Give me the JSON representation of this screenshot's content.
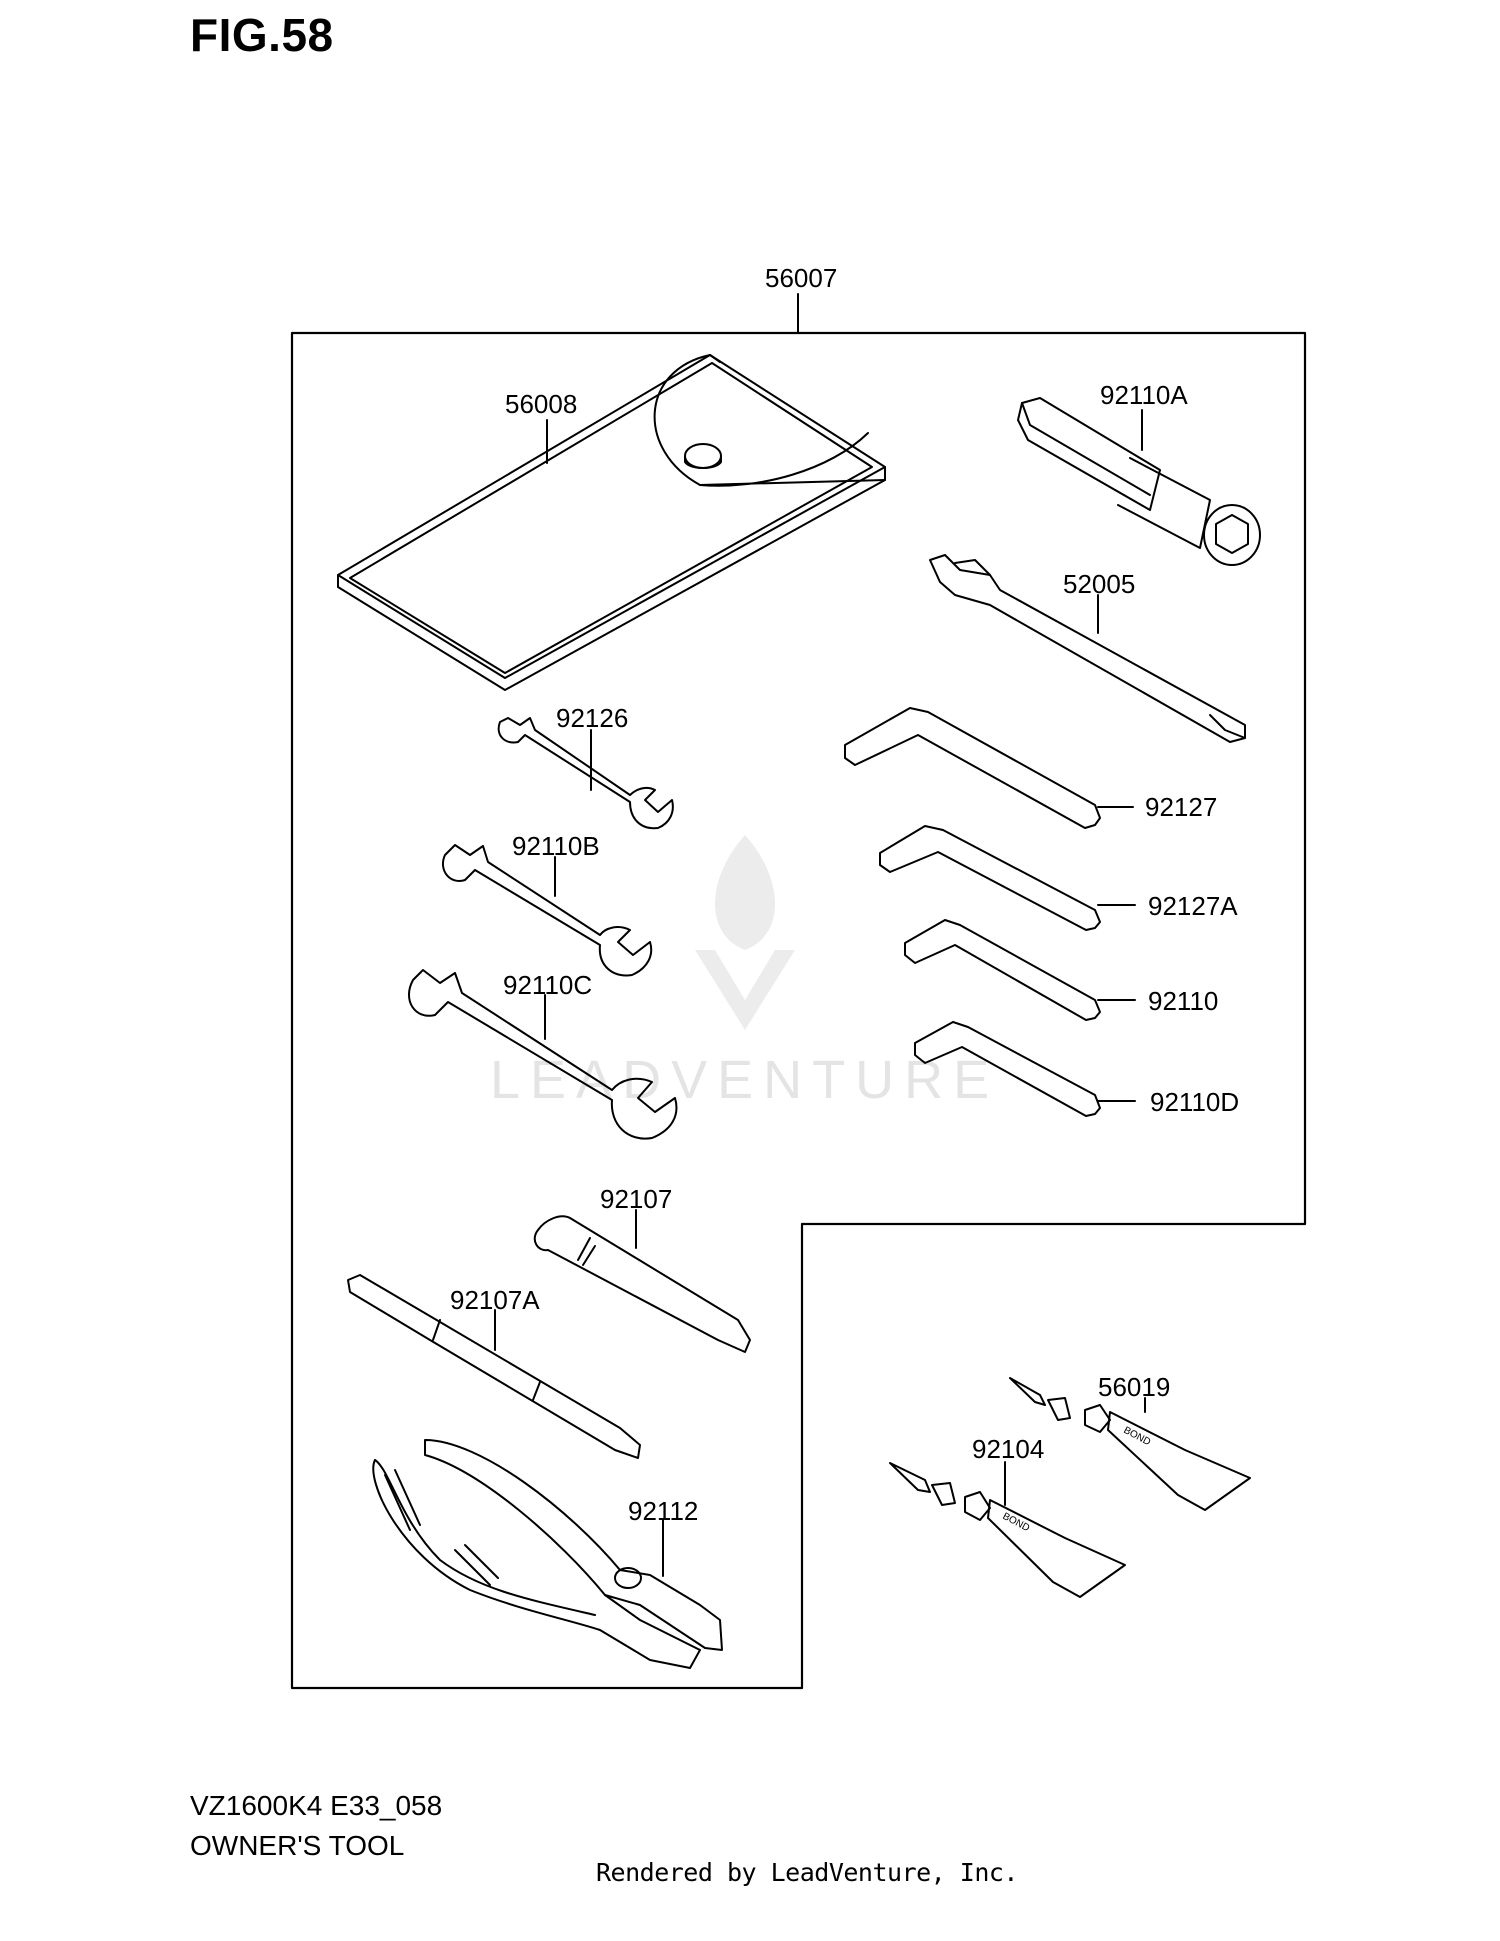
{
  "figure": {
    "title": "FIG.58"
  },
  "assembly_label": "56007",
  "parts": [
    {
      "id": "pouch",
      "label": "56008"
    },
    {
      "id": "plug-wrench",
      "label": "92110A"
    },
    {
      "id": "extension-bar",
      "label": "52005"
    },
    {
      "id": "wrench-small",
      "label": "92126"
    },
    {
      "id": "wrench-medium",
      "label": "92110B"
    },
    {
      "id": "wrench-large",
      "label": "92110C"
    },
    {
      "id": "hex-key-1",
      "label": "92127"
    },
    {
      "id": "hex-key-2",
      "label": "92127A"
    },
    {
      "id": "hex-key-3",
      "label": "92110"
    },
    {
      "id": "hex-key-4",
      "label": "92110D"
    },
    {
      "id": "screwdriver-bit",
      "label": "92107"
    },
    {
      "id": "screwdriver-handle",
      "label": "92107A"
    },
    {
      "id": "pliers",
      "label": "92112"
    },
    {
      "id": "bond-tube-1",
      "label": "56019"
    },
    {
      "id": "bond-tube-2",
      "label": "92104"
    }
  ],
  "tube_text": "BOND",
  "watermark": "LEADVENTURE",
  "footer": {
    "model_code": "VZ1600K4 E33_058",
    "section_name": "OWNER'S TOOL",
    "rendered_by": "Rendered by LeadVenture, Inc."
  }
}
